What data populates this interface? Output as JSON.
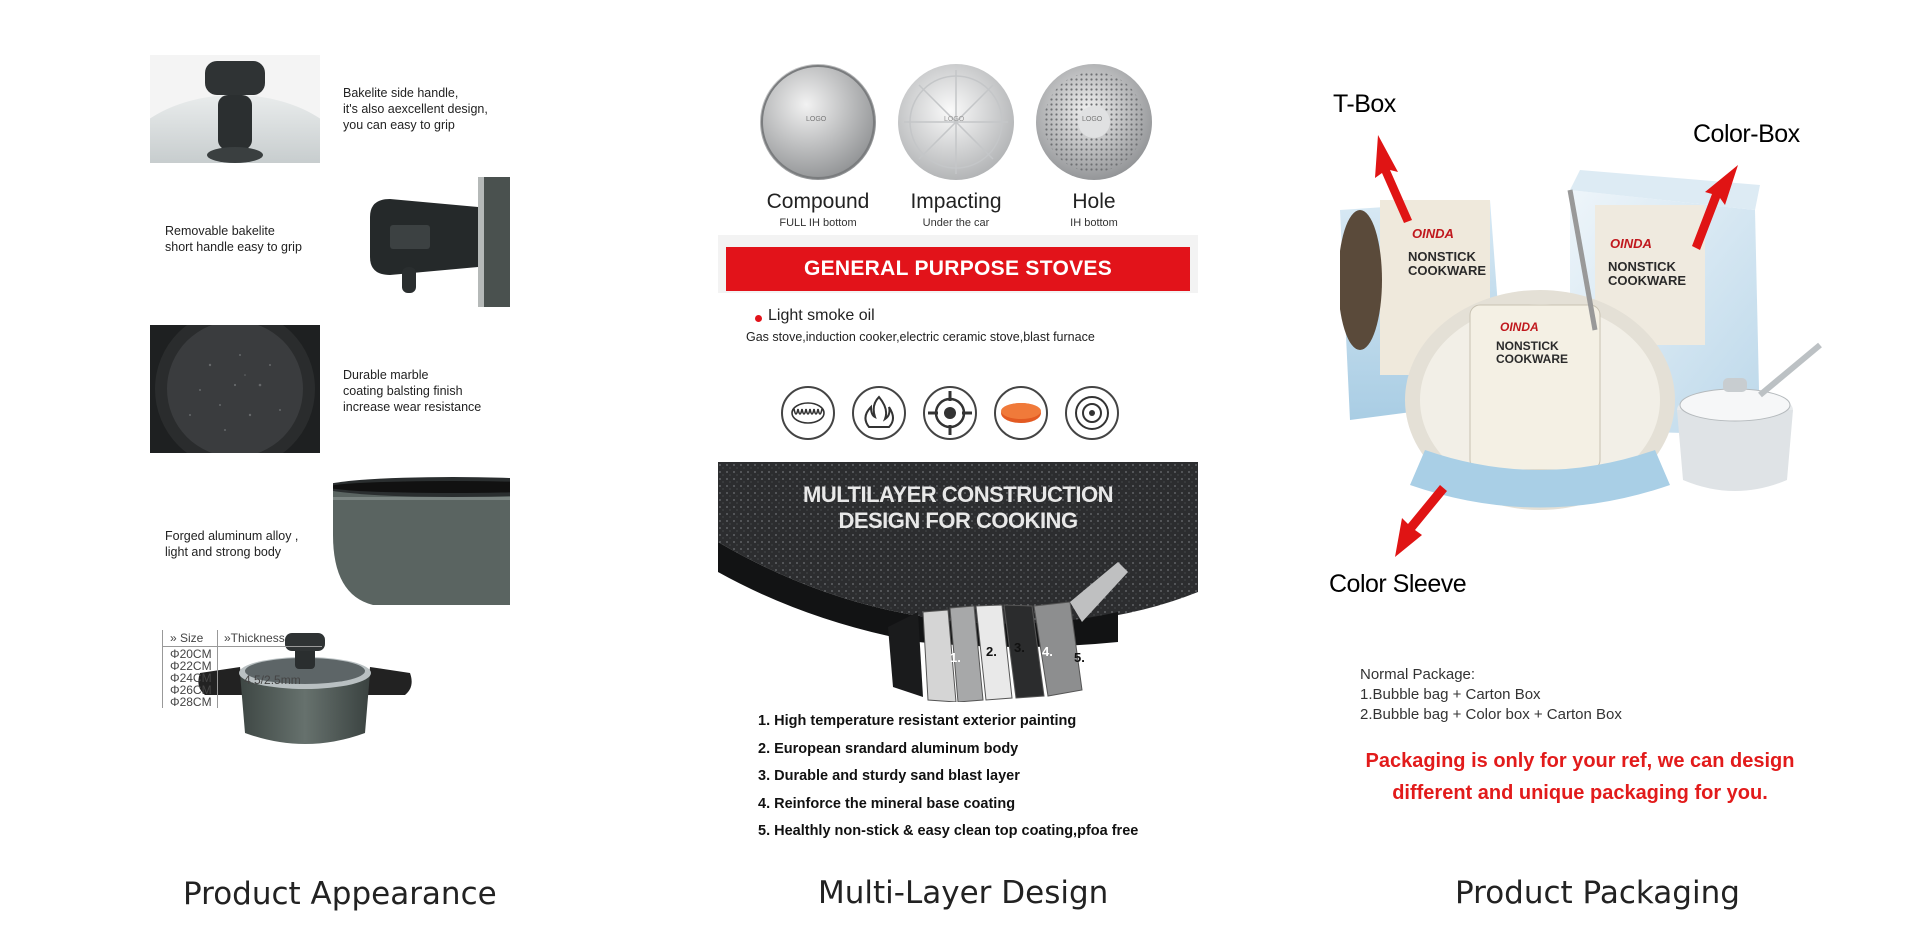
{
  "captions": {
    "appearance": "Product Appearance",
    "multilayer": "Multi-Layer Design",
    "packaging": "Product Packaging"
  },
  "appearance": {
    "features": [
      [
        "Bakelite side handle,",
        "it's also aexcellent design,",
        "you can easy to grip"
      ],
      [
        "Removable bakelite",
        "short handle easy to grip"
      ],
      [
        "Durable marble",
        "coating balsting finish",
        "increase wear resistance"
      ],
      [
        "Forged aluminum alloy ,",
        "light and strong body"
      ]
    ],
    "size_table": {
      "col1": "» Size",
      "col2": "»Thickness",
      "sizes": [
        "Φ20CM",
        "Φ22CM",
        "Φ24CM",
        "Φ26CM",
        "Φ28CM"
      ],
      "thickness": "4.5/2.5mm"
    }
  },
  "multilayer": {
    "bottoms": [
      {
        "name": "Compound",
        "sub": "FULL IH bottom",
        "logo": "LOGO"
      },
      {
        "name": "Impacting",
        "sub": "Under the car",
        "logo": "LOGO"
      },
      {
        "name": "Hole",
        "sub": "IH bottom",
        "logo": "LOGO"
      }
    ],
    "banner": "GENERAL PURPOSE STOVES",
    "oil_label": "Light smoke oil",
    "stoves": "Gas stove,induction cooker,electric ceramic stove,blast furnace",
    "stove_icons": [
      "coil-icon",
      "flame-icon",
      "gas-burner-icon",
      "ceramic-plate-icon",
      "induction-icon"
    ],
    "construction_title": [
      "MULTILAYER CONSTRUCTION",
      "DESIGN FOR COOKING"
    ],
    "layer_numbers": [
      "1.",
      "2.",
      "3.",
      "4.",
      "5."
    ],
    "layers": [
      "1. High temperature resistant exterior painting",
      "2. European srandard aluminum body",
      "3. Durable and sturdy sand blast layer",
      "4. Reinforce the mineral base coating",
      "5. Healthly non-stick & easy clean top coating,pfoa free"
    ]
  },
  "packaging": {
    "labels": {
      "tbox": "T-Box",
      "colorbox": "Color-Box",
      "sleeve": "Color Sleeve"
    },
    "brand": "OINDA",
    "box_lines": [
      "NONSTICK",
      "COOKWARE"
    ],
    "normal_title": "Normal Package:",
    "normal_lines": [
      "1.Bubble bag + Carton Box",
      "2.Bubble bag + Color box + Carton Box"
    ],
    "note": [
      "Packaging is only for your ref, we can design",
      "different and unique packaging for you."
    ]
  },
  "colors": {
    "accent_red": "#e2131a",
    "arrow_red": "#e01414",
    "pan_green": "#4f5a55",
    "box_blue": "#cfe4f3"
  }
}
